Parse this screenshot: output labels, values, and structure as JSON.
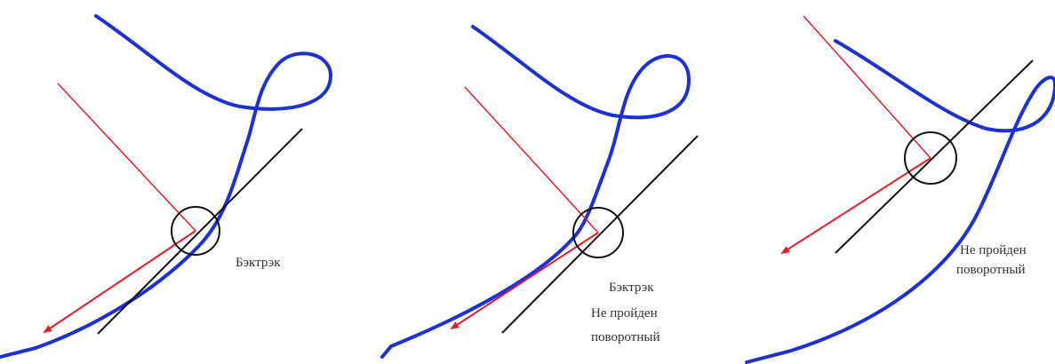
{
  "colors": {
    "trajectory": "#1f2fd6",
    "arrow": "#e01f2a",
    "tangent": "#111111",
    "circle": "#111111",
    "background": "#ffffff"
  },
  "panels": [
    {
      "id": "panel-1",
      "labels": [
        "Бэктрэк"
      ]
    },
    {
      "id": "panel-2",
      "labels": [
        "Бэктрэк",
        "Не пройден",
        "поворотный"
      ]
    },
    {
      "id": "panel-3",
      "labels": [
        "Не пройден",
        "поворотный"
      ]
    }
  ]
}
